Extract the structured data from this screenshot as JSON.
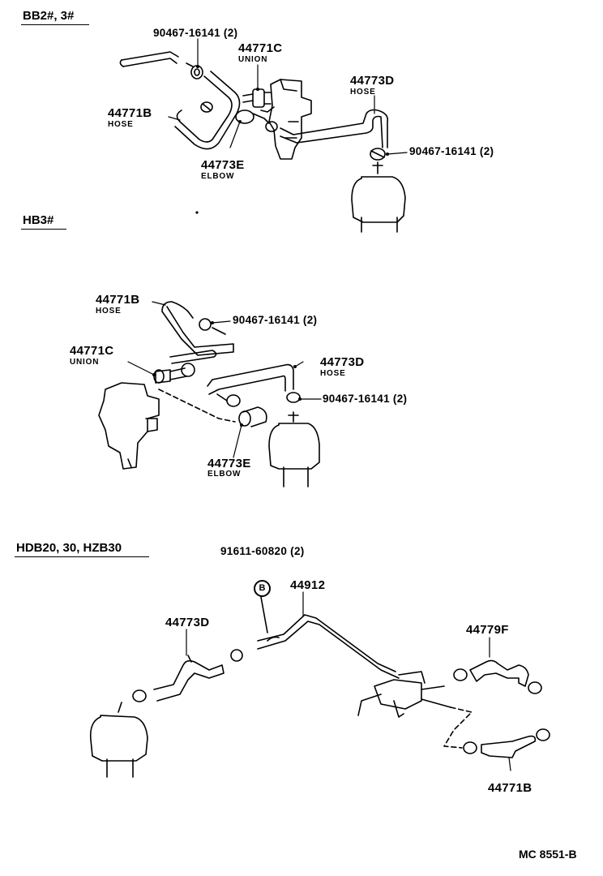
{
  "sections": {
    "s1_title": "BB2#, 3#",
    "s2_title": "HB3#",
    "s3_title": "HDB20, 30, HZB30"
  },
  "labels": {
    "s1_clamp_a": "90467-16141 (2)",
    "s1_union_pn": "44771C",
    "s1_union_name": "UNION",
    "s1_hose_d_pn": "44773D",
    "s1_hose_d_name": "HOSE",
    "s1_hose_b_pn": "44771B",
    "s1_hose_b_name": "HOSE",
    "s1_elbow_pn": "44773E",
    "s1_elbow_name": "ELBOW",
    "s1_clamp_b": "90467-16141 (2)",
    "s2_hose_b_pn": "44771B",
    "s2_hose_b_name": "HOSE",
    "s2_clamp_a": "90467-16141 (2)",
    "s2_union_pn": "44771C",
    "s2_union_name": "UNION",
    "s2_hose_d_pn": "44773D",
    "s2_hose_d_name": "HOSE",
    "s2_clamp_b": "90467-16141 (2)",
    "s2_elbow_pn": "44773E",
    "s2_elbow_name": "ELBOW",
    "s3_bolt": "91611-60820 (2)",
    "s3_bolt_mark": "B",
    "s3_pipe": "44912",
    "s3_hose_d": "44773D",
    "s3_hose_f": "44779F",
    "s3_hose_b": "44771B"
  },
  "footer": {
    "code": "MC 8551-B"
  }
}
